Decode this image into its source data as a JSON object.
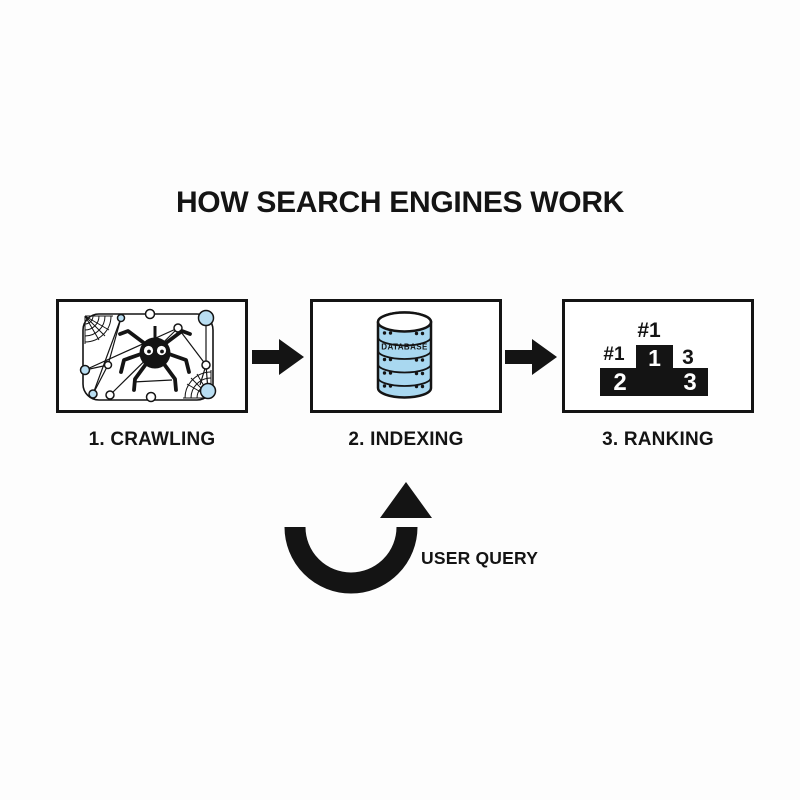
{
  "title": "HOW SEARCH ENGINES WORK",
  "steps": [
    {
      "label": "1. CRAWLING",
      "icon": "spider-web-crawler"
    },
    {
      "label": "2. INDEXING",
      "icon": "database-stack",
      "database_text": "DATABASE"
    },
    {
      "label": "3. RANKING",
      "icon": "podium",
      "podium": {
        "top_label": "#1",
        "left_label": "#1",
        "right_label": "3",
        "center_block": "1",
        "left_block": "2",
        "right_block": "3"
      }
    }
  ],
  "feedback_arrow": {
    "label": "USER QUERY"
  },
  "colors": {
    "ink": "#141414",
    "node_blue": "#b9def2",
    "database_blue": "#a9d8f0",
    "background": "#fdfdfd",
    "box_background": "#ffffff"
  }
}
